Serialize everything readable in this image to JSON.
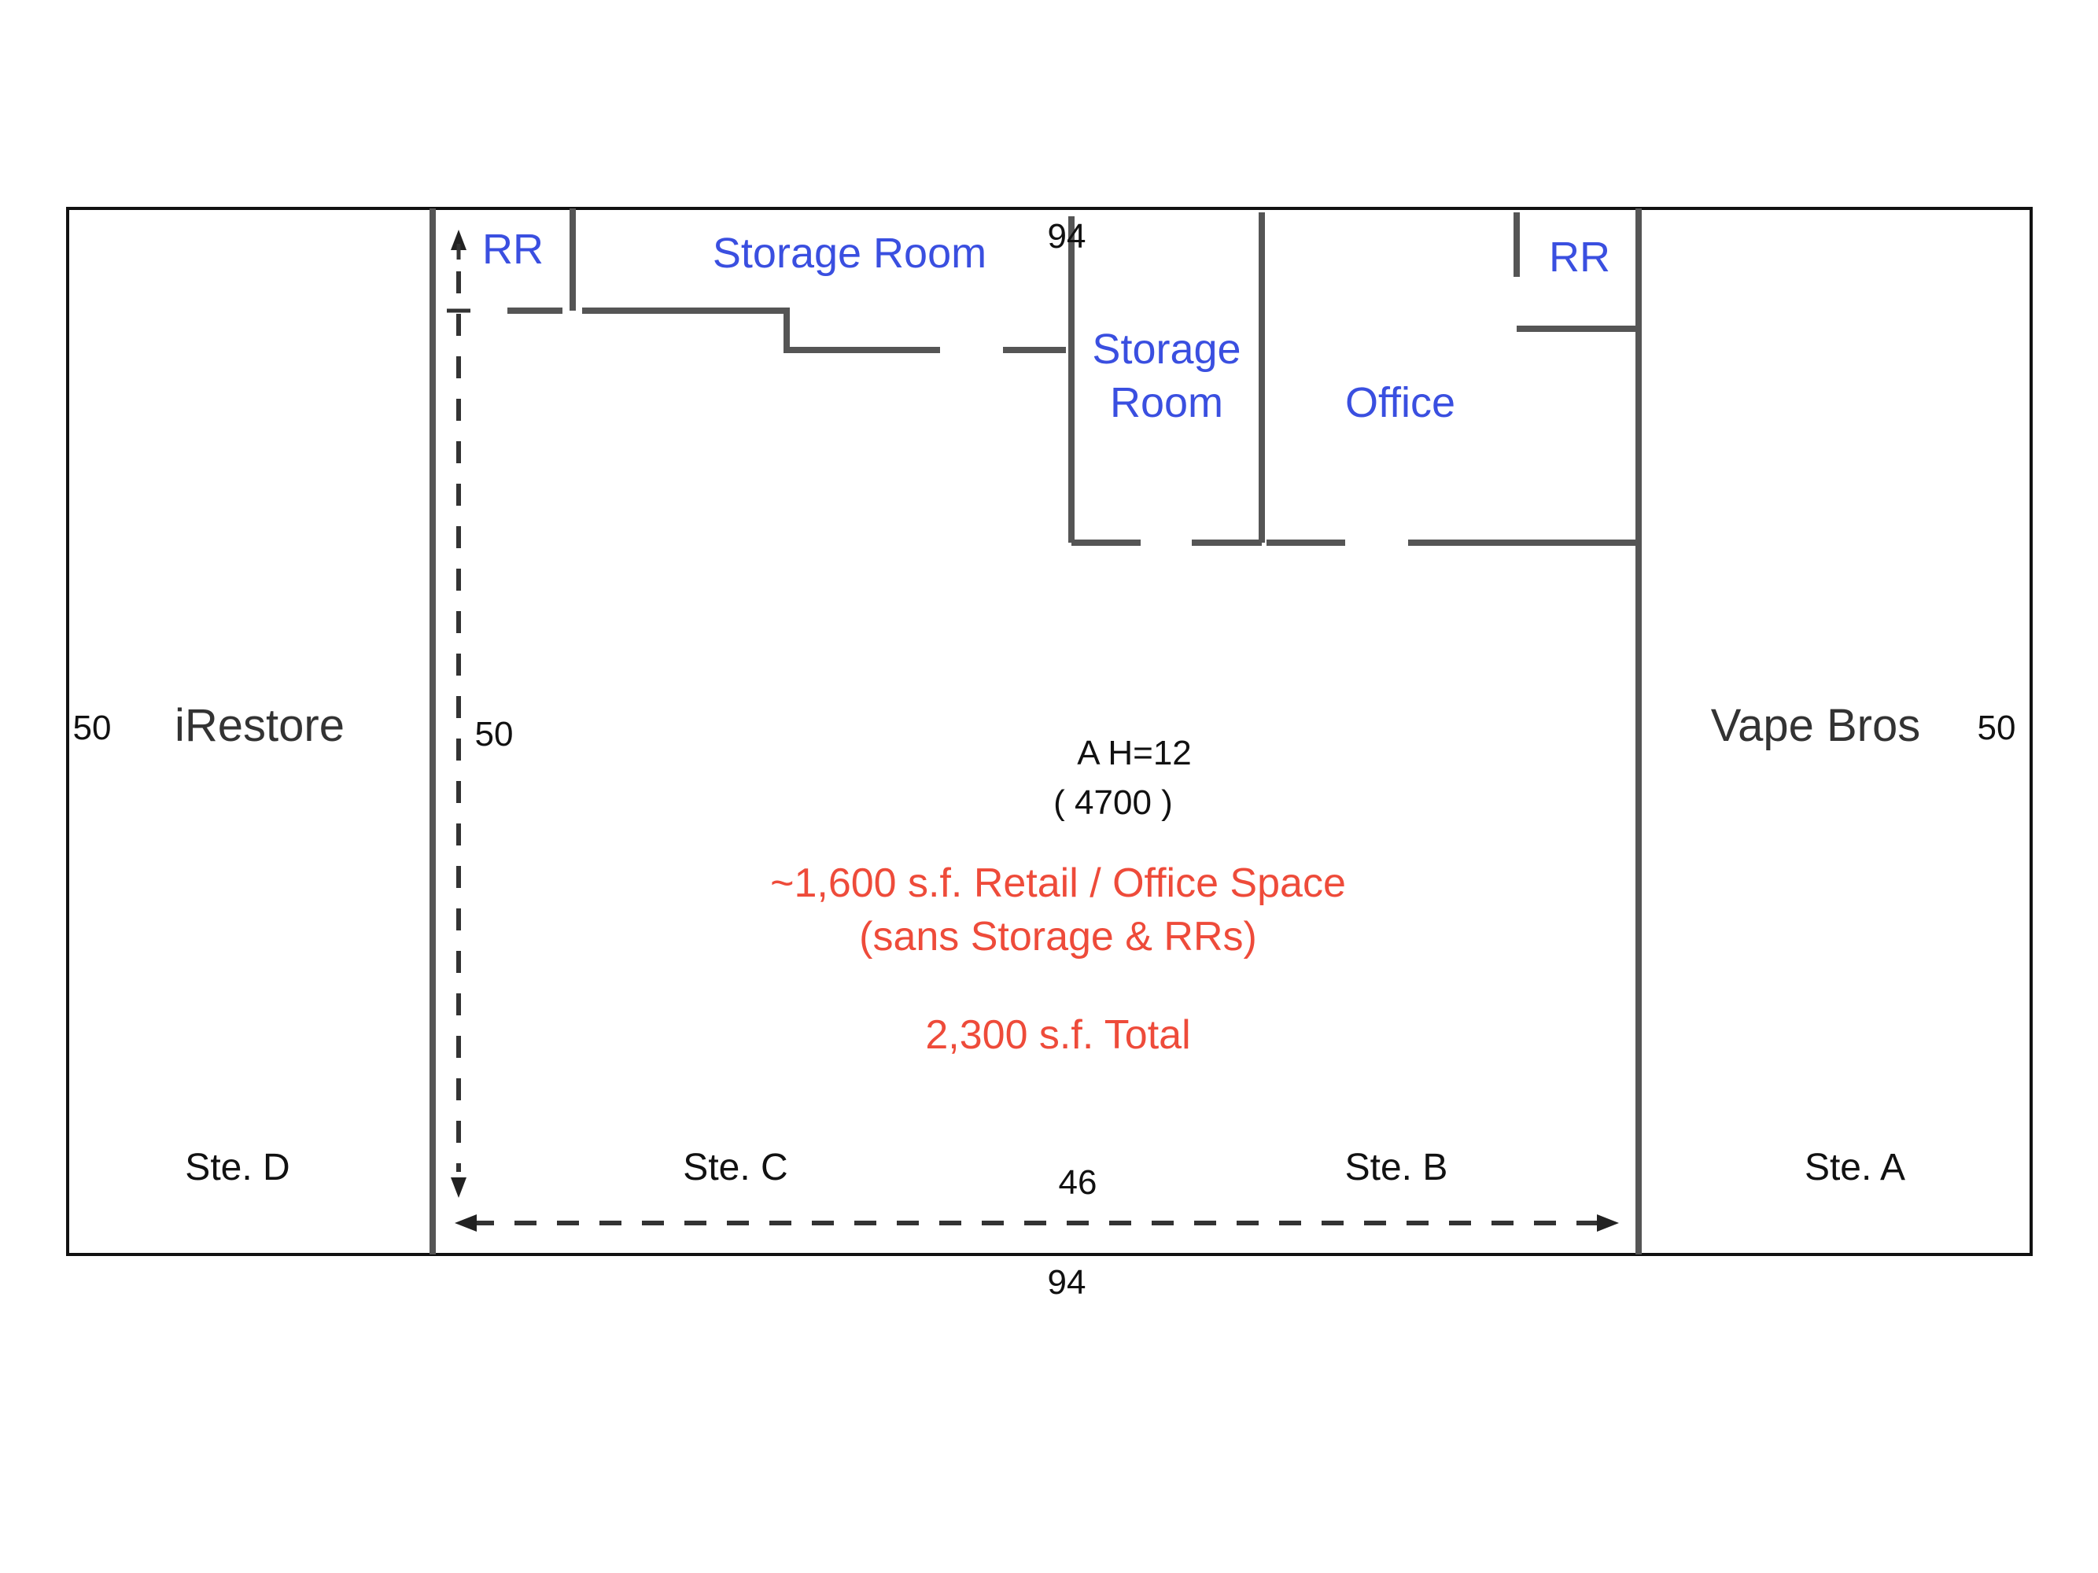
{
  "tenants": {
    "left_name": "iRestore",
    "right_name": "Vape Bros",
    "ste_d": "Ste. D",
    "ste_c": "Ste. C",
    "ste_b": "Ste. B",
    "ste_a": "Ste. A"
  },
  "rooms": {
    "rr_left": "RR",
    "storage_room_top": "Storage Room",
    "storage_room_line1": "Storage",
    "storage_room_line2": "Room",
    "office": "Office",
    "rr_right": "RR"
  },
  "dimensions": {
    "top": "94",
    "bottom": "94",
    "left_outer": "50",
    "right_outer": "50",
    "inner_vertical": "50",
    "inner_horizontal": "46"
  },
  "notes": {
    "unit_height": "A H=12",
    "unit_code": "( 4700 )",
    "retail_line1": "~1,600 s.f. Retail / Office Space",
    "retail_line2": "(sans Storage & RRs)",
    "total": "2,300 s.f. Total"
  },
  "colors": {
    "room_label": "#3a4fe0",
    "area_label": "#ee4b3a"
  }
}
